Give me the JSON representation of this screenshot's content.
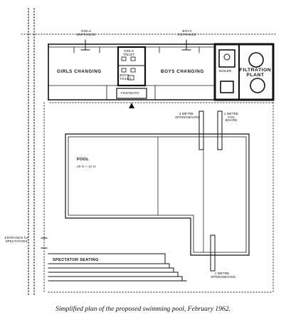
{
  "labels": {
    "girls_entrance": "GIRLS ENTRANCE",
    "boys_entrance": "BOYS ENTRANCE",
    "girls_changing": "GIRLS CHANGING",
    "boys_changing": "BOYS CHANGING",
    "girls_toilet": "GIRLS TOILET",
    "boys_toilet": "BOYS TOILET",
    "footbath": "FOOTBATH",
    "boiler": "BOILER",
    "filtration_plant": "FILTRATION PLANT",
    "springboard_3m": "3 METRE SPRINGBOARD",
    "fan_board_1m": "1 METRE FAN BOARD",
    "springboard_1m": "1 METRE SPRINGBOARD",
    "pool": "POOL",
    "pool_dims": "25 m × 12 m",
    "entrance_spectators": "ENTRANCE for SPECTATORS",
    "spectator_seating": "SPECTATOR SEATING"
  },
  "caption": "Simplified plan of the proposed swimming pool, February 1962."
}
